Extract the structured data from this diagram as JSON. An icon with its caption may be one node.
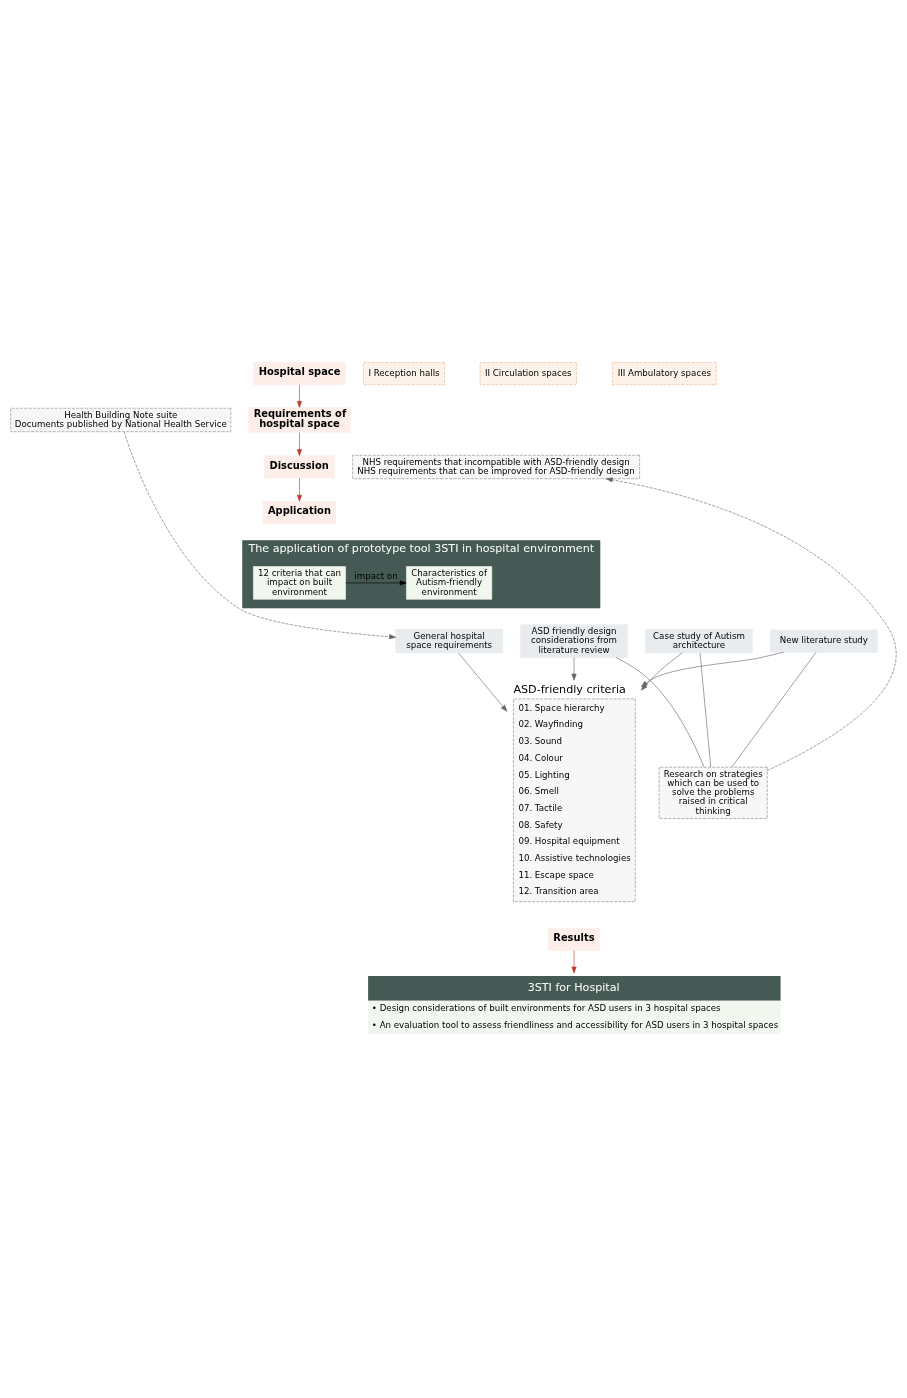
{
  "diagram": {
    "nodes": [
      {
        "text": [
          "Hospital space"
        ]
      },
      {
        "text": [
          "I Reception halls"
        ]
      },
      {
        "text": [
          "II Circulation spaces"
        ]
      },
      {
        "text": [
          "III Ambulatory spaces"
        ]
      },
      {
        "text": [
          "Requirements of hospital space"
        ]
      },
      {
        "text": [
          "Health Building Note suite",
          "Documents published by National Health Service"
        ]
      },
      {
        "text": [
          "Discussion"
        ]
      },
      {
        "text": [
          "NHS requirements that incompatible with ASD-friendly design",
          "NHS requirements that can be improved for ASD-friendly design"
        ]
      },
      {
        "text": [
          "Application"
        ]
      },
      {
        "text": [
          "The application of prototype tool 3STI in hospital environment"
        ]
      },
      {
        "text": [
          "12 criteria that can impact on built environment"
        ],
        "in": 9
      },
      {
        "text": [
          "Characteristics of Autism-friendly environment"
        ],
        "in": 9
      },
      {
        "text": [
          "ASD-friendly criteria",
          "01. Space hierarchy",
          "02. Wayfinding",
          "03. Sound",
          "04. Colour",
          "05. Lighting",
          "06. Smell",
          "07. Tactile",
          "08. Safety",
          "09. Hospital equipment",
          "10. Assistive technologies",
          "11. Escape space",
          "12. Transition area"
        ]
      },
      {
        "text": [
          "General hospital space requirements"
        ]
      },
      {
        "text": [
          "ASD friendly design considerations from literature review"
        ]
      },
      {
        "text": [
          "New literature study"
        ]
      },
      {
        "text": [
          "Case study of Autism architecture"
        ]
      },
      {
        "text": [
          "Research on strategies which can be used to solve the problems raised in critical thinking"
        ]
      },
      {
        "text": [
          "Results"
        ]
      },
      {
        "text": [
          "3STI for Hospital",
          "• Design considerations of built environments for ASD users in 3 hospital spaces",
          "• An evaluation tool to assess friendliness and accessibility for ASD users in 3 hospital spaces"
        ]
      }
    ],
    "edges": [
      {
        "from": 0,
        "to": 4,
        "arrow": "to",
        "color": "#c0392b"
      },
      {
        "from": 4,
        "to": 6,
        "arrow": "to",
        "color": "#c0392b"
      },
      {
        "from": 6,
        "to": 8,
        "arrow": "to",
        "color": "#c0392b"
      },
      {
        "from": 10,
        "to": 11,
        "arrow": "to",
        "label": "impact on",
        "color": "#000000"
      },
      {
        "from": 5,
        "to": 13,
        "arrow": "to",
        "style": "dashed"
      },
      {
        "from": 17,
        "to": 7,
        "arrow": "to",
        "style": "dashed"
      },
      {
        "from": 13,
        "to": 12,
        "arrow": "to"
      },
      {
        "from": 14,
        "to": 12,
        "arrow": "to"
      },
      {
        "from": 15,
        "to": 12,
        "arrow": "to"
      },
      {
        "from": 16,
        "to": 12,
        "arrow": "to"
      },
      {
        "from": 14,
        "to": 17,
        "arrow": "none"
      },
      {
        "from": 15,
        "to": 17,
        "arrow": "none"
      },
      {
        "from": 16,
        "to": 17,
        "arrow": "none"
      },
      {
        "from": 18,
        "to": 19,
        "arrow": "to",
        "color": "#c0392b"
      }
    ]
  }
}
